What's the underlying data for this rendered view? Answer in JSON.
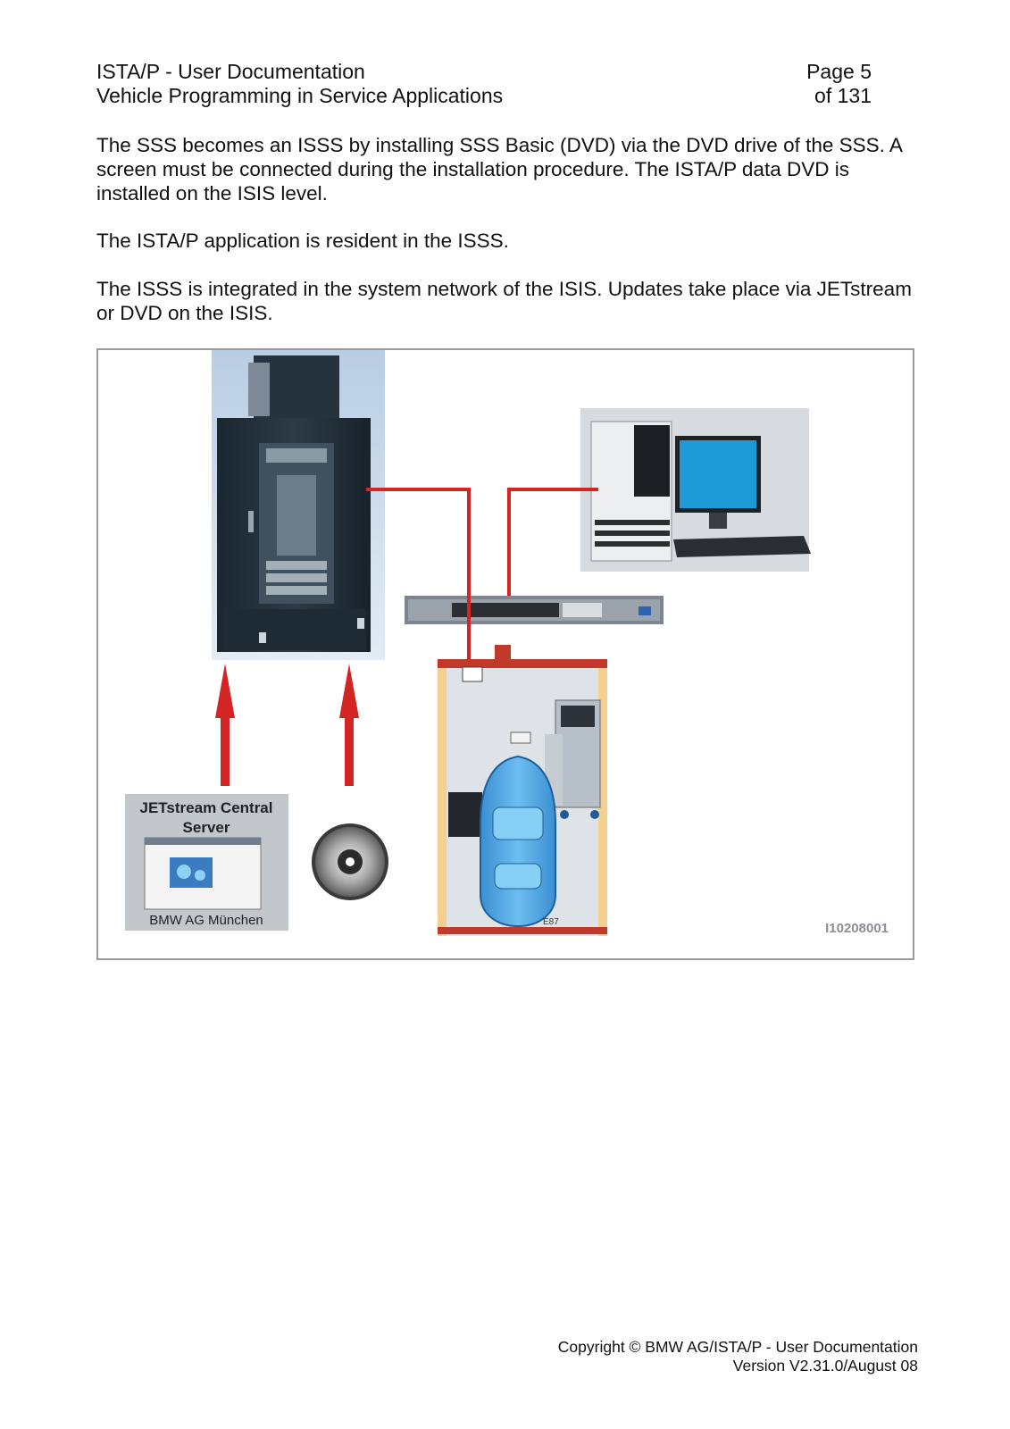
{
  "header": {
    "title": "ISTA/P - User Documentation",
    "subtitle": "Vehicle Programming in Service Applications",
    "page_label": "Page 5",
    "page_total": "of 131"
  },
  "body": {
    "paragraphs": [
      "The SSS becomes an ISSS by installing SSS Basic (DVD) via the DVD drive of the SSS. A screen must be connected during the installation procedure. The ISTA/P data DVD is installed on the ISIS level.",
      "The ISTA/P application is resident in the ISSS.",
      "The ISSS is integrated in the system network of the ISIS. Updates take place via JETstream or DVD on the ISIS."
    ]
  },
  "figure": {
    "jetstream_title_line1": "JETstream Central",
    "jetstream_title_line2": "Server",
    "jetstream_caption": "BMW AG München",
    "car_model": "E87",
    "image_id": "I10208001"
  },
  "footer": {
    "copyright": "Copyright © BMW AG/ISTA/P - User Documentation",
    "version": "Version V2.31.0/August 08"
  }
}
